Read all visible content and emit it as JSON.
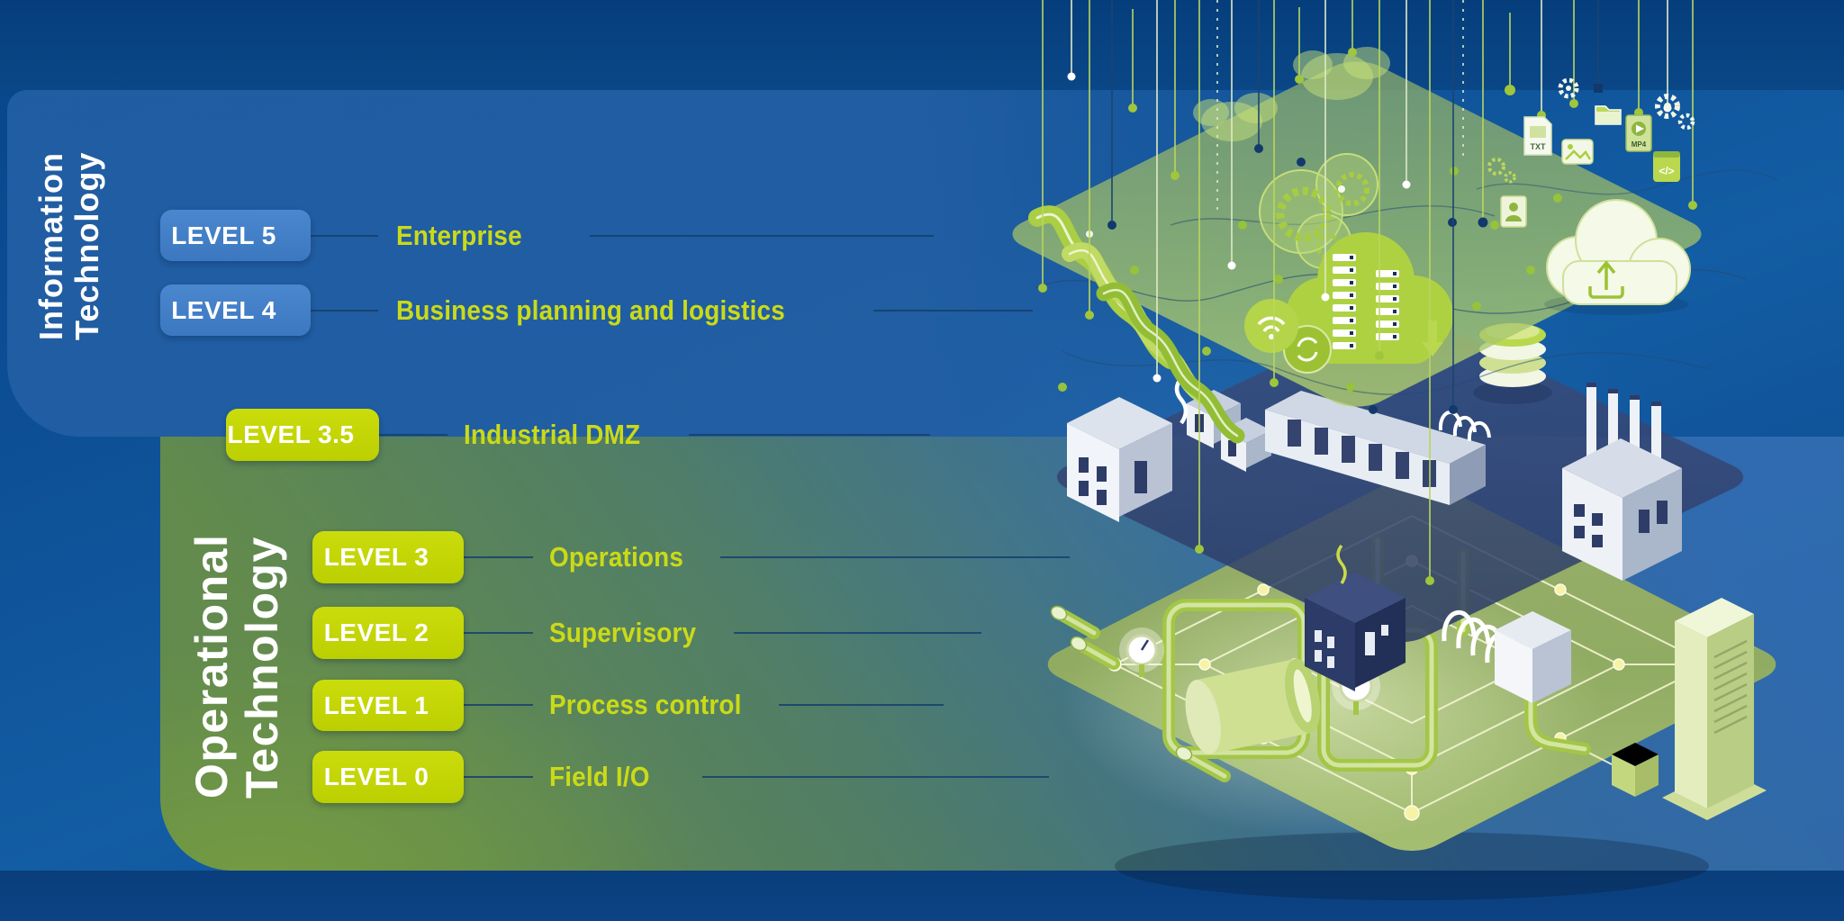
{
  "infographic": {
    "it_section": {
      "title_line1": "Information",
      "title_line2": "Technology",
      "levels": [
        {
          "id": "level-5",
          "badge": "LEVEL 5",
          "label": "Enterprise"
        },
        {
          "id": "level-4",
          "badge": "LEVEL 4",
          "label": "Business planning and logistics"
        }
      ]
    },
    "dmz_level": {
      "id": "level-3-5",
      "badge": "LEVEL 3.5",
      "label": "Industrial DMZ"
    },
    "ot_section": {
      "title_line1": "Operational",
      "title_line2": "Technology",
      "levels": [
        {
          "id": "level-3",
          "badge": "LEVEL 3",
          "label": "Operations"
        },
        {
          "id": "level-2",
          "badge": "LEVEL 2",
          "label": "Supervisory"
        },
        {
          "id": "level-1",
          "badge": "LEVEL 1",
          "label": "Process control"
        },
        {
          "id": "level-0",
          "badge": "LEVEL 0",
          "label": "Field I/O"
        }
      ]
    },
    "illustration": {
      "layers": [
        {
          "name": "enterprise-cloud-layer",
          "description": "Clouds, data streams, analytics ribbons and file icons"
        },
        {
          "name": "plant-buildings-layer",
          "description": "Industrial site buildings, warehouses and factory"
        },
        {
          "name": "field-equipment-layer",
          "description": "Pipes, gauges, tank, controller cabinet and circuit grid"
        }
      ],
      "file_icon_labels": {
        "txt": "TXT",
        "mp4": "MP4",
        "code": "</>"
      }
    },
    "colors": {
      "background_blue": "#0d4c91",
      "band_blue": "#084285",
      "panel_blue": "#2260a5",
      "badge_blue": "#4480c8",
      "accent_lime": "#c3d600",
      "label_lime": "#cbda18",
      "line_navy": "#16406e",
      "ot_green": "#6b9346"
    }
  }
}
